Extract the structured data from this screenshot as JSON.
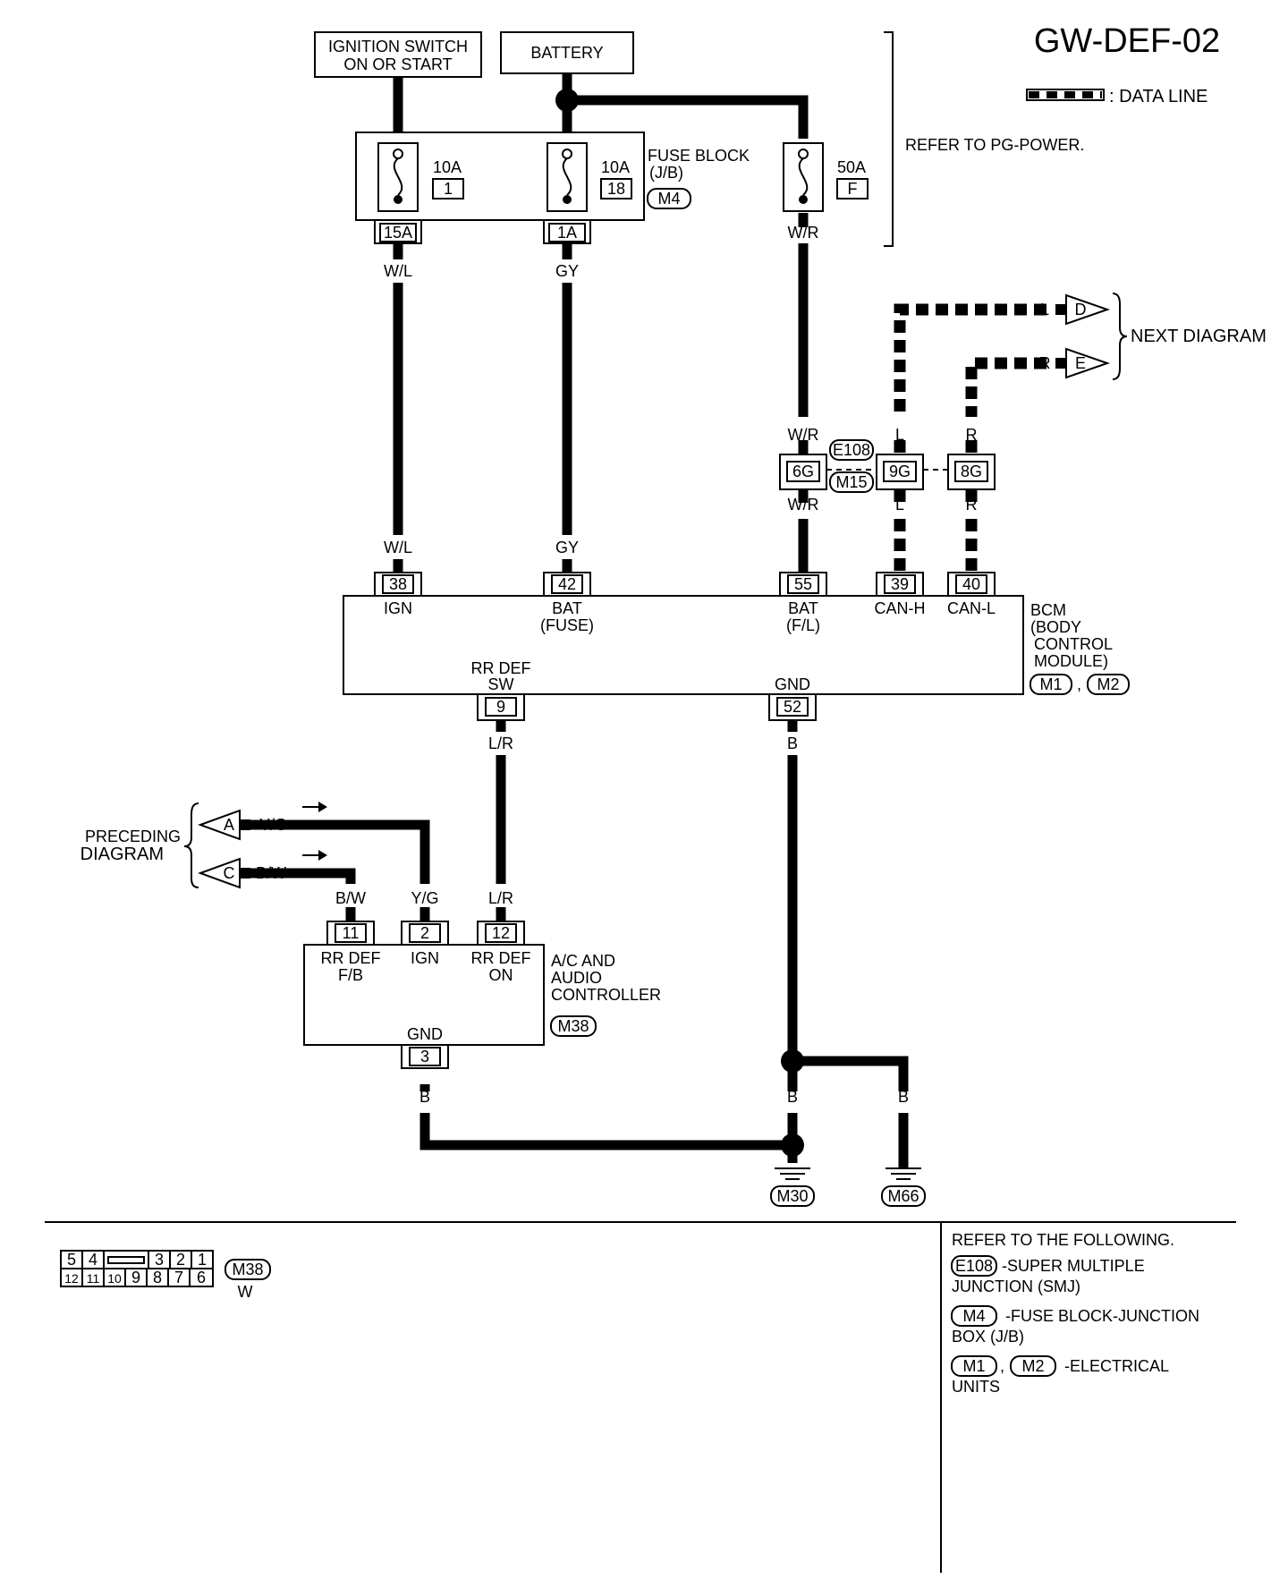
{
  "title": "GW-DEF-02",
  "legend": {
    "data_line": ": DATA LINE"
  },
  "power": {
    "ignition_line1": "IGNITION SWITCH",
    "ignition_line2": "ON OR START",
    "battery": "BATTERY",
    "refer": "REFER TO PG-POWER."
  },
  "fuses": {
    "fuse1": {
      "amp": "10A",
      "num": "1"
    },
    "fuse18": {
      "amp": "10A",
      "num": "18"
    },
    "fuseF": {
      "amp": "50A",
      "num": "F"
    },
    "block_line1": "FUSE BLOCK",
    "block_line2": "(J/B)",
    "block_conn": "M4",
    "term_15a": "15A",
    "term_1a": "1A"
  },
  "wires": {
    "wl": "W/L",
    "gy": "GY",
    "wr": "W/R",
    "l": "L",
    "r": "R",
    "lr": "L/R",
    "b": "B",
    "yg": "Y/G",
    "bw": "B/W"
  },
  "next": {
    "d": "D",
    "e": "E",
    "label": "NEXT DIAGRAM"
  },
  "junction": {
    "e108": "E108",
    "m15": "M15",
    "p6g": "6G",
    "p9g": "9G",
    "p8g": "8G"
  },
  "bcm": {
    "p38": "38",
    "p42": "42",
    "p55": "55",
    "p39": "39",
    "p40": "40",
    "p9": "9",
    "p52": "52",
    "ign": "IGN",
    "bat": "BAT",
    "fuse": "(FUSE)",
    "fl": "(F/L)",
    "canh": "CAN-H",
    "canl": "CAN-L",
    "rrdef": "RR DEF",
    "sw": "SW",
    "gnd": "GND",
    "name1": "BCM",
    "name2": "(BODY",
    "name3": "CONTROL",
    "name4": "MODULE)",
    "m1": "M1",
    "m2": "M2",
    "comma": ","
  },
  "preceding": {
    "line1": "PRECEDING",
    "line2": "DIAGRAM",
    "a": "A",
    "c": "C"
  },
  "ac": {
    "p11": "11",
    "p2": "2",
    "p12": "12",
    "p3": "3",
    "rrdef_fb1": "RR DEF",
    "rrdef_fb2": "F/B",
    "ign": "IGN",
    "rrdef_on1": "RR DEF",
    "rrdef_on2": "ON",
    "gnd": "GND",
    "name1": "A/C AND",
    "name2": "AUDIO",
    "name3": "CONTROLLER",
    "conn": "M38"
  },
  "grounds": {
    "m30": "M30",
    "m66": "M66"
  },
  "connector_view": {
    "top_left": [
      "5",
      "4"
    ],
    "top_right": [
      "3",
      "2",
      "1"
    ],
    "bottom": [
      "12",
      "11",
      "10",
      "9",
      "8",
      "7",
      "6"
    ],
    "name": "M38",
    "color": "W"
  },
  "references": {
    "heading": "REFER TO THE FOLLOWING.",
    "e108": "E108",
    "e108_line1": "-SUPER MULTIPLE",
    "e108_line2": "JUNCTION (SMJ)",
    "m4": "M4",
    "m4_line1": "-FUSE BLOCK-JUNCTION",
    "m4_line2": "BOX (J/B)",
    "m1": "M1",
    "m2": "M2",
    "comma": ",",
    "m_line1": "-ELECTRICAL",
    "m_line2": "UNITS"
  }
}
